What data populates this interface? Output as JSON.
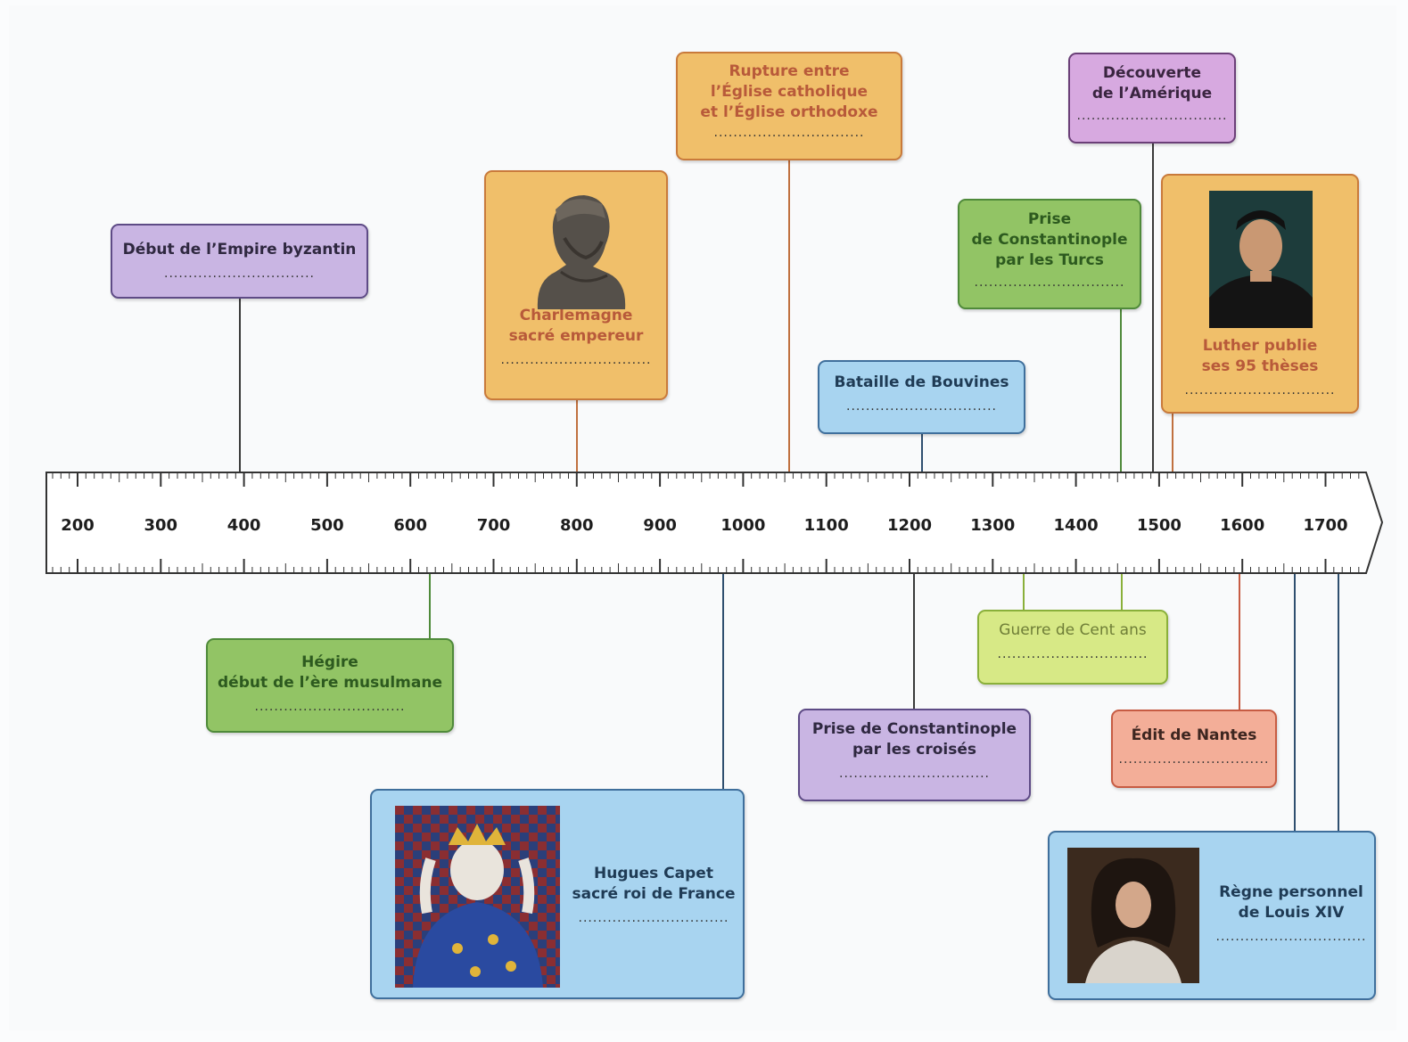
{
  "timeline": {
    "ticks": [
      "200",
      "300",
      "400",
      "500",
      "600",
      "700",
      "800",
      "900",
      "1000",
      "1100",
      "1200",
      "1300",
      "1400",
      "1500",
      "1600",
      "1700"
    ]
  },
  "events": {
    "byzantin": {
      "label": "Début de l’Empire byzantin",
      "answer": "..............................."
    },
    "charlemagne": {
      "label": "Charlemagne\nsacré empereur",
      "answer": "..............................."
    },
    "schisme": {
      "label": "Rupture entre\nl’Église catholique\net l’Église orthodoxe",
      "answer": "..............................."
    },
    "amerique": {
      "label": "Découverte\nde l’Amérique",
      "answer": "..............................."
    },
    "turcs": {
      "label": "Prise\nde Constantinople\npar les Turcs",
      "answer": "..............................."
    },
    "luther": {
      "label": "Luther publie\nses 95 thèses",
      "answer": "..............................."
    },
    "bouvines": {
      "label": "Bataille de Bouvines",
      "answer": "..............................."
    },
    "hegire": {
      "label": "Hégire\ndébut de l’ère musulmane",
      "answer": "..............................."
    },
    "cent_ans": {
      "label": "Guerre de Cent ans",
      "answer": "..............................."
    },
    "croises": {
      "label": "Prise de Constantinople\npar les croisés",
      "answer": "..............................."
    },
    "nantes": {
      "label": "Édit de Nantes",
      "answer": "..............................."
    },
    "capet": {
      "label": "Hugues Capet\nsacré roi de France",
      "answer": "..............................."
    },
    "louis": {
      "label": "Règne personnel\nde Louis XIV",
      "answer": "..............................."
    }
  },
  "colors": {
    "purple": "#c9b5e3",
    "orange": "#f0bf6a",
    "green": "#92c465",
    "blue": "#a8d4f0",
    "lightgreen": "#d7e986",
    "pink": "#f3ae98",
    "violet": "#d7a9e0"
  },
  "icons": [
    "charlemagne-bust-portrait",
    "luther-portrait",
    "hugues-capet-miniature",
    "louis-xiv-portrait"
  ]
}
